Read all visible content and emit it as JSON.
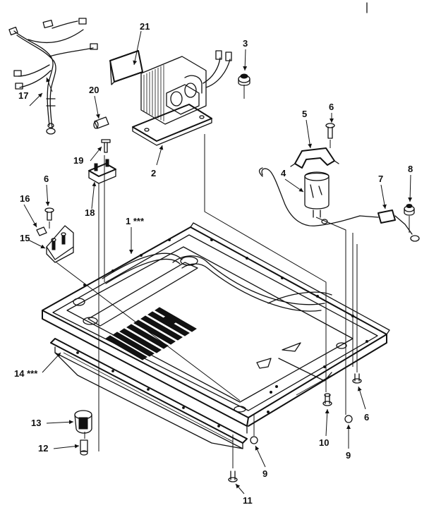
{
  "callouts": {
    "c1": "1 ***",
    "c2": "2",
    "c3": "3",
    "c4": "4",
    "c5": "5",
    "c6a": "6",
    "c6b": "6",
    "c6c": "6",
    "c7": "7",
    "c8": "8",
    "c9a": "9",
    "c9b": "9",
    "c10": "10",
    "c11": "11",
    "c12": "12",
    "c13": "13",
    "c14": "14 ***",
    "c15": "15",
    "c16": "16",
    "c17": "17",
    "c18": "18",
    "c19": "19",
    "c20": "20",
    "c21": "21"
  }
}
